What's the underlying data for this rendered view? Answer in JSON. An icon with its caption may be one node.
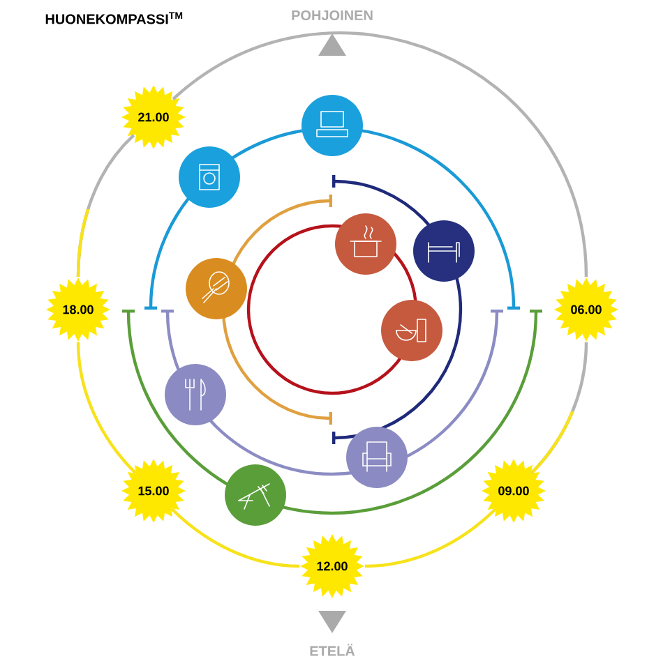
{
  "diagram": {
    "title": "HUONEKOMPASSI$^{TM}$",
    "nodes": [
      {
        "text": [
          "21.00"
        ]
      },
      {
        "text": [
          "18.00"
        ]
      },
      {
        "text": [
          "06.00"
        ]
      },
      {
        "text": [
          "15.00"
        ]
      },
      {
        "text": [
          "09.00"
        ]
      },
      {
        "text": [
          "12.00"
        ]
      }
    ],
    "edges": [
      {
        "from": 0,
        "to": 1,
        "arrow": "none",
        "color": "#b3b3b3"
      },
      {
        "from": 1,
        "to": 3,
        "arrow": "none",
        "color": "#f7e21b"
      },
      {
        "from": 3,
        "to": 5,
        "arrow": "none",
        "color": "#f7e21b"
      },
      {
        "from": 5,
        "to": 4,
        "arrow": "none",
        "color": "#f7e21b"
      },
      {
        "from": 4,
        "to": 2,
        "arrow": "none",
        "color": "#b3b3b3"
      },
      {
        "from": 2,
        "to": 0,
        "arrow": "none",
        "color": "#b3b3b3"
      }
    ],
    "labels": [
      "POHJOINEN",
      "ETELÄ"
    ]
  }
}
